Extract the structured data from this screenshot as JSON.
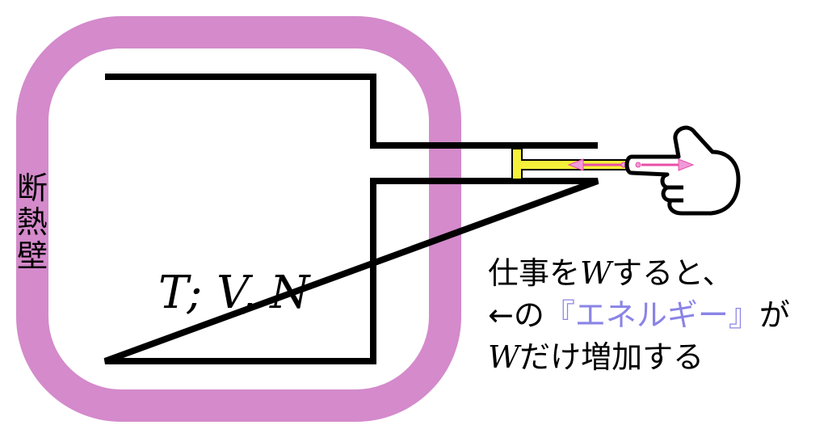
{
  "wall_label": [
    "断",
    "熱",
    "壁"
  ],
  "state_label": "T; V, N",
  "description": {
    "line1_prefix": "仕事を",
    "line1_symbol": "W",
    "line1_suffix": "すると、",
    "line2_prefix": "←の",
    "line2_highlight": "『エネルギー』",
    "line2_suffix": "が",
    "line3_symbol": "W",
    "line3_suffix": "だけ増加する"
  },
  "colors": {
    "adiabatic_wall": "#d48acb",
    "piston": "#f5f03a",
    "arrow": "#f09ad8",
    "energy_text": "#8a84e6",
    "outline": "#000000"
  },
  "icons": [
    "pointing-hand-icon",
    "double-arrow-icon",
    "left-arrow-icon"
  ]
}
